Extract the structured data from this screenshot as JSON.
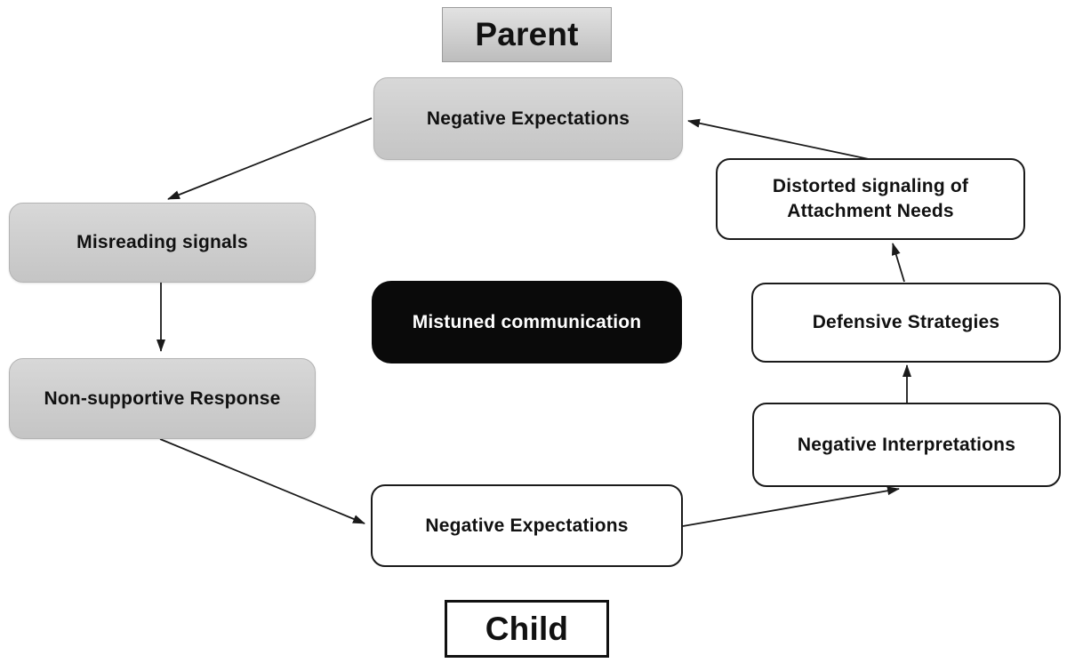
{
  "diagram": {
    "titles": {
      "parent": "Parent",
      "child": "Child"
    },
    "nodes": {
      "parent_negative_expectations": "Negative Expectations",
      "misreading_signals": "Misreading signals",
      "non_supportive_response": "Non-supportive Response",
      "mistuned_communication": "Mistuned communication",
      "distorted_signaling": "Distorted signaling of Attachment Needs",
      "defensive_strategies": "Defensive Strategies",
      "negative_interpretations": "Negative Interpretations",
      "child_negative_expectations": "Negative Expectations"
    },
    "colors": {
      "parent_node_fill": "#cecece",
      "child_node_fill": "#ffffff",
      "emphasis_fill": "#0a0a0a",
      "emphasis_text": "#ffffff",
      "arrow": "#1a1a1a",
      "background": "#ffffff"
    }
  }
}
